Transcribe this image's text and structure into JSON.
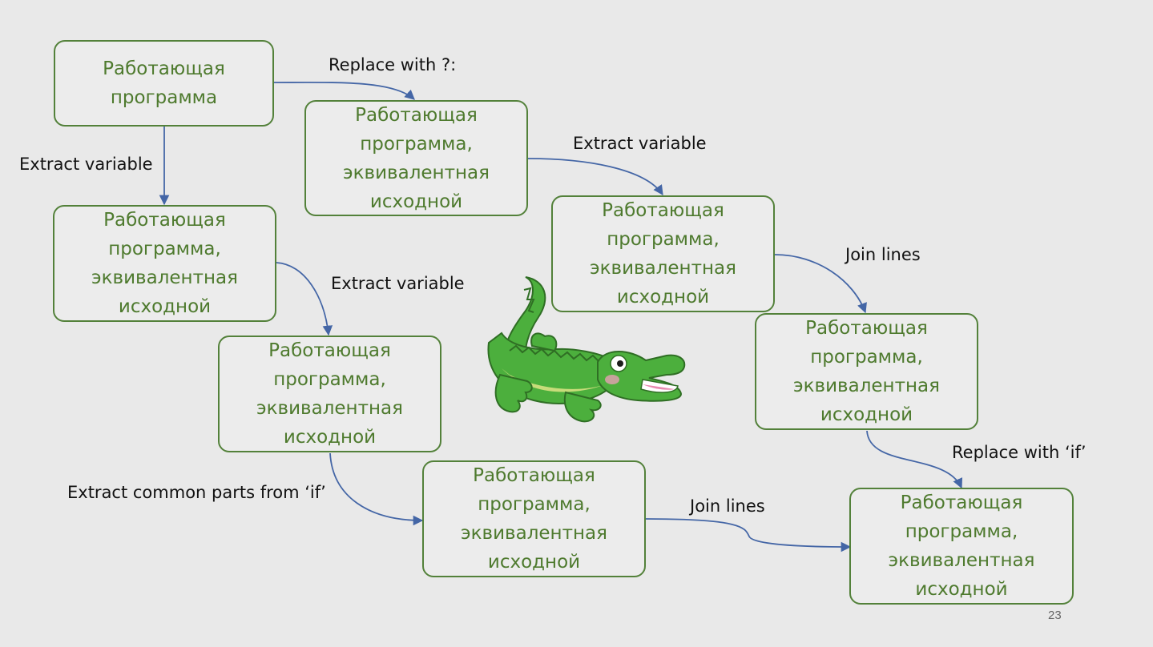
{
  "boxes": [
    {
      "lines": [
        "Работающая",
        "программа"
      ]
    },
    {
      "lines": [
        "Работающая",
        "программа,",
        "эквивалентная",
        "исходной"
      ]
    },
    {
      "lines": [
        "Работающая",
        "программа,",
        "эквивалентная",
        "исходной"
      ]
    },
    {
      "lines": [
        "Работающая",
        "программа,",
        "эквивалентная",
        "исходной"
      ]
    },
    {
      "lines": [
        "Работающая",
        "программа,",
        "эквивалентная",
        "исходной"
      ]
    },
    {
      "lines": [
        "Работающая",
        "программа,",
        "эквивалентная",
        "исходной"
      ]
    },
    {
      "lines": [
        "Работающая",
        "программа,",
        "эквивалентная",
        "исходной"
      ]
    },
    {
      "lines": [
        "Работающая",
        "программа,",
        "эквивалентная",
        "исходной"
      ]
    }
  ],
  "edge_labels": {
    "replace_ternary": "Replace with ?:",
    "extract_variable_1": "Extract variable",
    "extract_variable_2": "Extract variable",
    "extract_variable_3": "Extract variable",
    "join_lines_1": "Join lines",
    "join_lines_2": "Join lines",
    "replace_if": "Replace with ‘if’",
    "extract_common": "Extract common parts from ‘if’"
  },
  "page_number": "23",
  "colors": {
    "box_border": "#53813a",
    "box_text": "#4e7a2e",
    "arrow": "#4466a6",
    "background": "#e9e9e9"
  },
  "icons": {
    "illustration": "crocodile-icon"
  }
}
